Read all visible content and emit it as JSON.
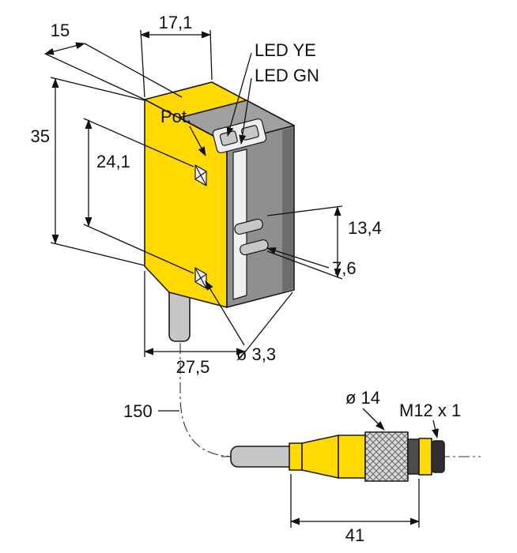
{
  "drawing": {
    "labels": {
      "width_17_1": "17,1",
      "depth_15": "15",
      "height_35": "35",
      "hole_spacing_24_1": "24,1",
      "pot": "Pot.",
      "led_ye": "LED YE",
      "led_gn": "LED GN",
      "slot_span_13_4": "13,4",
      "slot_pitch_7_6": "7,6",
      "hole_dia_3_3": "ø 3,3",
      "width_27_5": "27,5",
      "cable_length_150": "150",
      "connector_dia_14": "ø 14",
      "thread_m12": "M12 x 1",
      "connector_length_41": "41"
    },
    "colors": {
      "housing_yellow": "#ffd900",
      "top_gray": "#a0a0a0",
      "front_gray": "#8f8f8f",
      "shade_gray": "#6d6d6d",
      "window_light": "#f0f0f0",
      "slot_gray": "#c7c7c7",
      "cable_gray": "#c6c6c6",
      "ring_dark": "#4c4c4c",
      "tip_dark": "#2f2f2f",
      "outline": "#1a1a1a"
    }
  }
}
